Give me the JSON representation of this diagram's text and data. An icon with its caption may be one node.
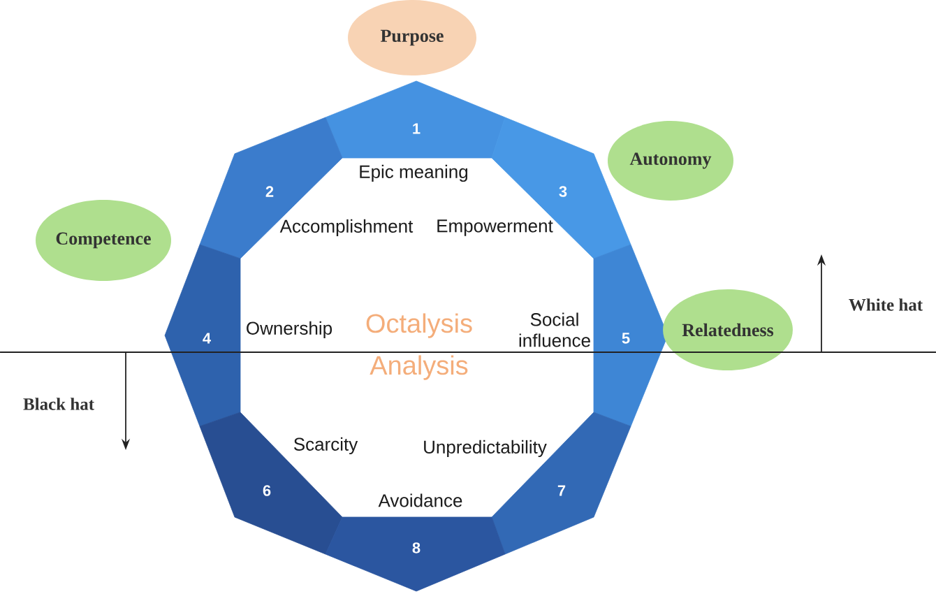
{
  "diagram": {
    "nodes": [
      {
        "text": [
          "Purpose"
        ]
      },
      {
        "text": [
          "1"
        ],
        "beside": [
          "Epic meaning"
        ]
      },
      {
        "text": [
          "Autonomy"
        ]
      },
      {
        "text": [
          "2"
        ],
        "beside": [
          "Accomplishment"
        ]
      },
      {
        "text": [
          "3"
        ],
        "beside": [
          "Empowerment"
        ]
      },
      {
        "text": [
          "Competence"
        ]
      },
      {
        "text": [
          "4"
        ],
        "beside": [
          "Ownership"
        ]
      },
      {
        "text": [
          "5"
        ],
        "beside": [
          "Social influence"
        ]
      },
      {
        "text": [
          "Relatedness"
        ]
      },
      {
        "text": [
          "6"
        ],
        "beside": [
          "Scarcity"
        ]
      },
      {
        "text": [
          "7"
        ],
        "beside": [
          "Unpredictability"
        ]
      },
      {
        "text": [
          "8"
        ],
        "beside": [
          "Avoidance"
        ]
      }
    ],
    "labels": [
      "Octalysis Analysis",
      "White hat",
      "Black hat"
    ]
  }
}
